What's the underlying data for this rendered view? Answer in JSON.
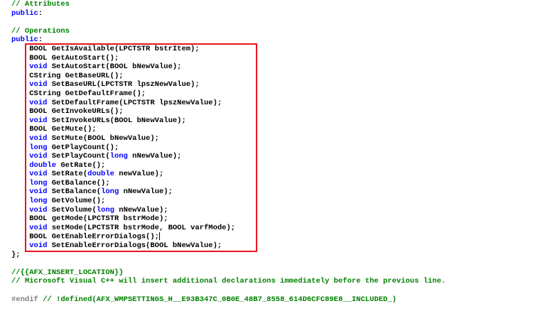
{
  "editor": {
    "lines": [
      {
        "indent": 0,
        "tokens": [
          {
            "t": "// Attributes",
            "c": "cm"
          }
        ]
      },
      {
        "indent": 0,
        "tokens": [
          {
            "t": "public",
            "c": "kw"
          },
          {
            "t": ":",
            "c": "tx"
          }
        ]
      },
      {
        "indent": 0,
        "tokens": []
      },
      {
        "indent": 0,
        "tokens": [
          {
            "t": "// Operations",
            "c": "cm"
          }
        ]
      },
      {
        "indent": 0,
        "tokens": [
          {
            "t": "public",
            "c": "kw"
          },
          {
            "t": ":",
            "c": "tx"
          }
        ]
      },
      {
        "indent": 4,
        "tokens": [
          {
            "t": "BOOL GetIsAvailable(LPCTSTR bstrItem);",
            "c": "tx"
          }
        ]
      },
      {
        "indent": 4,
        "tokens": [
          {
            "t": "BOOL GetAutoStart();",
            "c": "tx"
          }
        ]
      },
      {
        "indent": 4,
        "tokens": [
          {
            "t": "void",
            "c": "kw"
          },
          {
            "t": " SetAutoStart(BOOL bNewValue);",
            "c": "tx"
          }
        ]
      },
      {
        "indent": 4,
        "tokens": [
          {
            "t": "CString GetBaseURL();",
            "c": "tx"
          }
        ]
      },
      {
        "indent": 4,
        "tokens": [
          {
            "t": "void",
            "c": "kw"
          },
          {
            "t": " SetBaseURL(LPCTSTR lpszNewValue);",
            "c": "tx"
          }
        ]
      },
      {
        "indent": 4,
        "tokens": [
          {
            "t": "CString GetDefaultFrame();",
            "c": "tx"
          }
        ]
      },
      {
        "indent": 4,
        "tokens": [
          {
            "t": "void",
            "c": "kw"
          },
          {
            "t": " SetDefaultFrame(LPCTSTR lpszNewValue);",
            "c": "tx"
          }
        ]
      },
      {
        "indent": 4,
        "tokens": [
          {
            "t": "BOOL GetInvokeURLs();",
            "c": "tx"
          }
        ]
      },
      {
        "indent": 4,
        "tokens": [
          {
            "t": "void",
            "c": "kw"
          },
          {
            "t": " SetInvokeURLs(BOOL bNewValue);",
            "c": "tx"
          }
        ]
      },
      {
        "indent": 4,
        "tokens": [
          {
            "t": "BOOL GetMute();",
            "c": "tx"
          }
        ]
      },
      {
        "indent": 4,
        "tokens": [
          {
            "t": "void",
            "c": "kw"
          },
          {
            "t": " SetMute(BOOL bNewValue);",
            "c": "tx"
          }
        ]
      },
      {
        "indent": 4,
        "tokens": [
          {
            "t": "long",
            "c": "kw"
          },
          {
            "t": " GetPlayCount();",
            "c": "tx"
          }
        ]
      },
      {
        "indent": 4,
        "tokens": [
          {
            "t": "void",
            "c": "kw"
          },
          {
            "t": " SetPlayCount(",
            "c": "tx"
          },
          {
            "t": "long",
            "c": "kw"
          },
          {
            "t": " nNewValue);",
            "c": "tx"
          }
        ]
      },
      {
        "indent": 4,
        "tokens": [
          {
            "t": "double",
            "c": "kw"
          },
          {
            "t": " GetRate();",
            "c": "tx"
          }
        ]
      },
      {
        "indent": 4,
        "tokens": [
          {
            "t": "void",
            "c": "kw"
          },
          {
            "t": " SetRate(",
            "c": "tx"
          },
          {
            "t": "double",
            "c": "kw"
          },
          {
            "t": " newValue);",
            "c": "tx"
          }
        ]
      },
      {
        "indent": 4,
        "tokens": [
          {
            "t": "long",
            "c": "kw"
          },
          {
            "t": " GetBalance();",
            "c": "tx"
          }
        ]
      },
      {
        "indent": 4,
        "tokens": [
          {
            "t": "void",
            "c": "kw"
          },
          {
            "t": " SetBalance(",
            "c": "tx"
          },
          {
            "t": "long",
            "c": "kw"
          },
          {
            "t": " nNewValue);",
            "c": "tx"
          }
        ]
      },
      {
        "indent": 4,
        "tokens": [
          {
            "t": "long",
            "c": "kw"
          },
          {
            "t": " GetVolume();",
            "c": "tx"
          }
        ]
      },
      {
        "indent": 4,
        "tokens": [
          {
            "t": "void",
            "c": "kw"
          },
          {
            "t": " SetVolume(",
            "c": "tx"
          },
          {
            "t": "long",
            "c": "kw"
          },
          {
            "t": " nNewValue);",
            "c": "tx"
          }
        ]
      },
      {
        "indent": 4,
        "tokens": [
          {
            "t": "BOOL getMode(LPCTSTR bstrMode);",
            "c": "tx"
          }
        ]
      },
      {
        "indent": 4,
        "tokens": [
          {
            "t": "void",
            "c": "kw"
          },
          {
            "t": " setMode(LPCTSTR bstrMode, BOOL varfMode);",
            "c": "tx"
          }
        ]
      },
      {
        "indent": 4,
        "tokens": [
          {
            "t": "BOOL GetEnableErrorDialogs();",
            "c": "tx"
          }
        ],
        "caret": true
      },
      {
        "indent": 4,
        "tokens": [
          {
            "t": "void",
            "c": "kw"
          },
          {
            "t": " SetEnableErrorDialogs(BOOL bNewValue);",
            "c": "tx"
          }
        ]
      },
      {
        "indent": 0,
        "tokens": [
          {
            "t": "};",
            "c": "tx"
          }
        ]
      },
      {
        "indent": 0,
        "tokens": []
      },
      {
        "indent": 0,
        "tokens": [
          {
            "t": "//{{AFX_INSERT_LOCATION}}",
            "c": "cm"
          }
        ]
      },
      {
        "indent": 0,
        "tokens": [
          {
            "t": "// Microsoft Visual C++ will insert additional declarations immediately before the previous line.",
            "c": "cm"
          }
        ]
      },
      {
        "indent": 0,
        "tokens": []
      },
      {
        "indent": 0,
        "tokens": [
          {
            "t": "#endif",
            "c": "pp"
          },
          {
            "t": " // !defined(AFX_WMPSETTINGS_H__E93B347C_0B0E_48B7_8558_614D6CFC89E8__INCLUDED_)",
            "c": "cm"
          }
        ]
      }
    ]
  },
  "colors": {
    "keyword": "#0000ff",
    "comment": "#008000",
    "highlight_border": "#e8141c"
  }
}
